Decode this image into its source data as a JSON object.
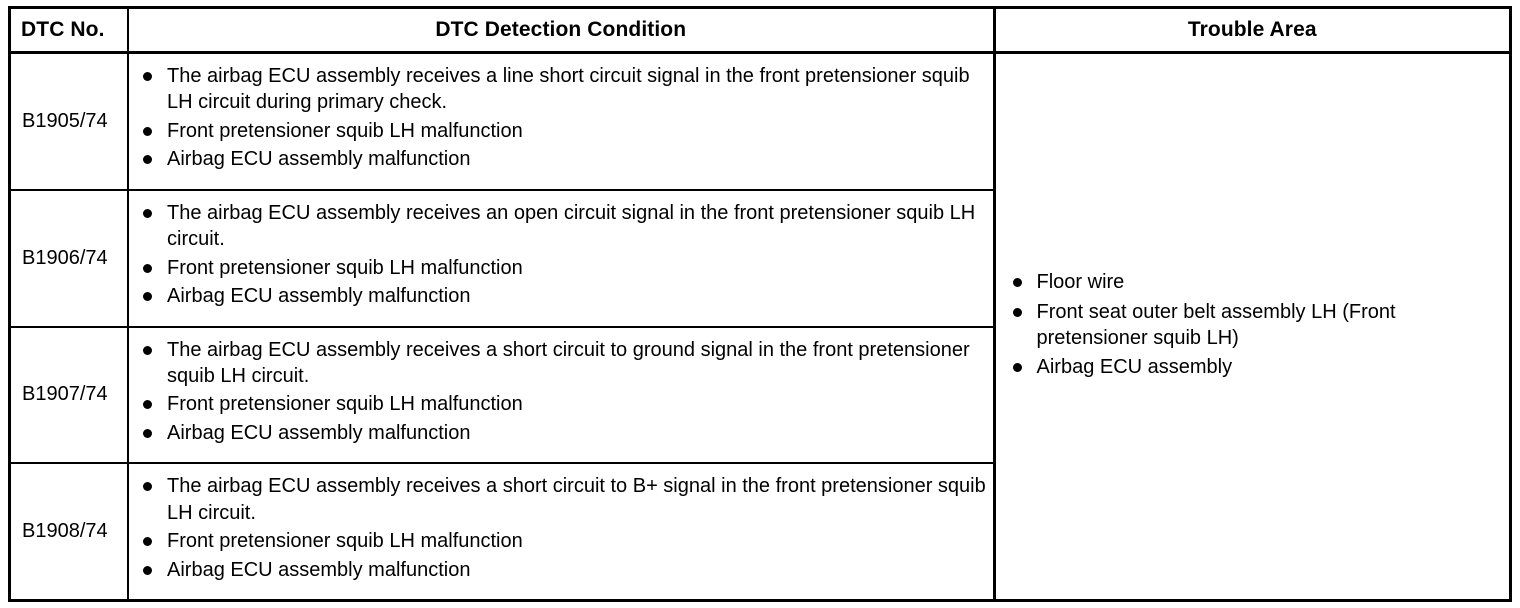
{
  "table": {
    "headers": {
      "dtc_no": "DTC No.",
      "detection_condition": "DTC Detection Condition",
      "trouble_area": "Trouble Area"
    },
    "rows": [
      {
        "dtc_no": "B1905/74",
        "conditions": [
          "The airbag ECU assembly receives a line short circuit signal in the front pretensioner squib LH circuit during primary check.",
          "Front pretensioner squib LH malfunction",
          "Airbag ECU assembly malfunction"
        ]
      },
      {
        "dtc_no": "B1906/74",
        "conditions": [
          "The airbag ECU assembly receives an open circuit signal in the front pretensioner squib LH circuit.",
          "Front pretensioner squib LH malfunction",
          "Airbag ECU assembly malfunction"
        ]
      },
      {
        "dtc_no": "B1907/74",
        "conditions": [
          "The airbag ECU assembly receives a short circuit to ground signal in the front pretensioner squib LH circuit.",
          "Front pretensioner squib LH malfunction",
          "Airbag ECU assembly malfunction"
        ]
      },
      {
        "dtc_no": "B1908/74",
        "conditions": [
          "The airbag ECU assembly receives a short circuit to B+ signal in the front pretensioner squib LH circuit.",
          "Front pretensioner squib LH malfunction",
          "Airbag ECU assembly malfunction"
        ]
      }
    ],
    "trouble_area_items": [
      "Floor wire",
      "Front seat outer belt assembly LH (Front pretensioner squib LH)",
      "Airbag ECU assembly"
    ]
  },
  "colors": {
    "border": "#000000",
    "text": "#000000",
    "background": "#ffffff"
  }
}
